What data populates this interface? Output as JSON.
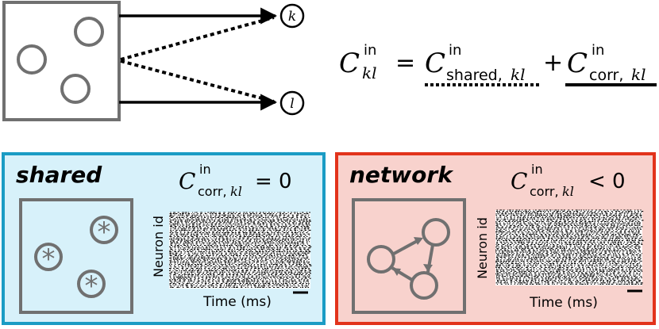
{
  "diagram": {
    "targets": {
      "k": "k",
      "l": "l"
    },
    "equation": {
      "lhs": {
        "base": "C",
        "sup": "in",
        "sub": "kl"
      },
      "equals": "=",
      "term1": {
        "base": "C",
        "sup": "in",
        "sub_text": "shared,",
        "sub_math": "kl"
      },
      "plus": "+",
      "term2": {
        "base": "C",
        "sup": "in",
        "sub_text": "corr,",
        "sub_math": "kl"
      }
    },
    "panels": [
      {
        "id": "shared",
        "title": "shared",
        "eq": {
          "base": "C",
          "sup": "in",
          "sub_text": "corr,",
          "sub_math": "kl",
          "rel": "= 0"
        },
        "ylabel": "Neuron id",
        "xlabel": "Time (ms)",
        "border_color": "#1a9cc4",
        "fill_color": "#d7f1fa"
      },
      {
        "id": "network",
        "title": "network",
        "eq": {
          "base": "C",
          "sup": "in",
          "sub_text": "corr,",
          "sub_math": "kl",
          "rel": "< 0"
        },
        "ylabel": "Neuron id",
        "xlabel": "Time (ms)",
        "border_color": "#e2331b",
        "fill_color": "#f8d2cd"
      }
    ],
    "colors": {
      "gray": "#707070"
    }
  }
}
